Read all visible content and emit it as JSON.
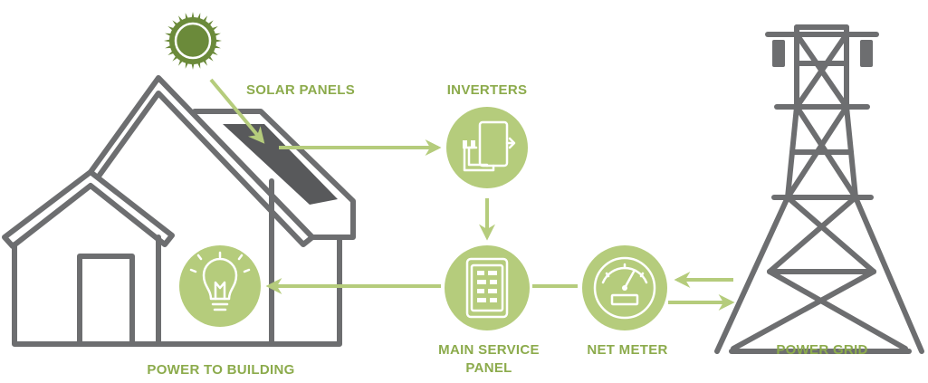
{
  "labels": {
    "solar_panels": "SOLAR PANELS",
    "inverters": "INVERTERS",
    "main_service_panel_line1": "MAIN SERVICE",
    "main_service_panel_line2": "PANEL",
    "net_meter": "NET METER",
    "power_to_building": "POWER TO BUILDING",
    "power_grid": "POWER GRID"
  },
  "colors": {
    "accent_green": "#b5cc7c",
    "label_green": "#8cab4c",
    "sun_green": "#6b8a3a",
    "outline_gray": "#6d6e70",
    "panel_dark": "#58595b"
  },
  "icons": {
    "sun": "sun-icon",
    "inverter": "inverter-icon",
    "panel": "service-panel-icon",
    "meter": "meter-icon",
    "bulb": "lightbulb-icon",
    "tower": "transmission-tower-icon"
  }
}
